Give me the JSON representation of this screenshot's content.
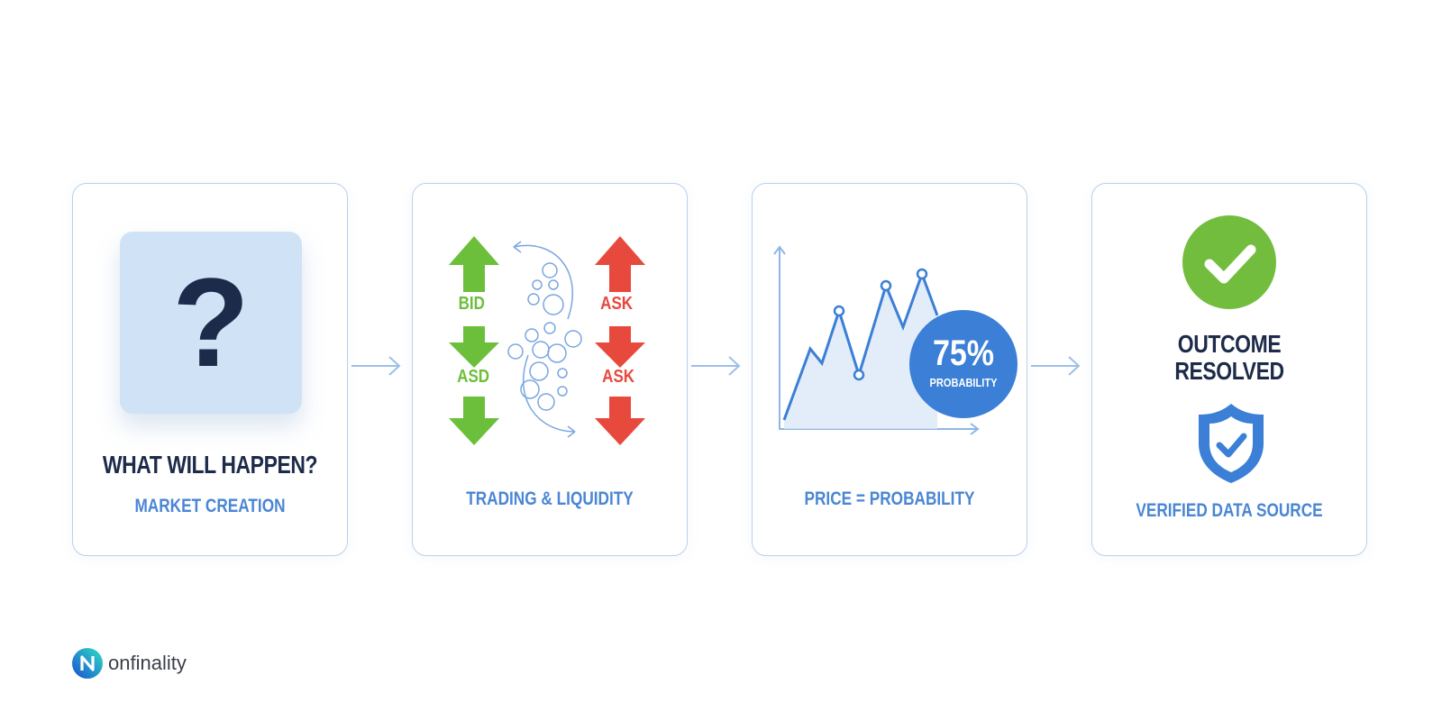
{
  "steps": [
    {
      "title": "WHAT WILL HAPPEN?",
      "subtitle": "MARKET CREATION",
      "icon": "question-mark-icon",
      "glyph": "?"
    },
    {
      "subtitle": "TRADING & LIQUIDITY",
      "labels": {
        "bid": "BID",
        "asd": "ASD",
        "ask1": "ASK",
        "ask2": "ASK"
      },
      "colors": {
        "bid": "#6cbf3a",
        "ask": "#e8493d"
      }
    },
    {
      "subtitle": "PRICE = PROBABILITY",
      "badge": {
        "value": "75%",
        "label": "PROBABILITY"
      }
    },
    {
      "title_line1": "OUTCOME",
      "title_line2": "RESOLVED",
      "subtitle": "VERIFIED DATA SOURCE"
    }
  ],
  "chart_data": {
    "type": "line",
    "title": "",
    "x": [
      0,
      1,
      2,
      3,
      4,
      5,
      6,
      7
    ],
    "values": [
      10,
      52,
      42,
      70,
      35,
      85,
      60,
      92
    ],
    "annotation": "75% PROBABILITY",
    "xlabel": "",
    "ylabel": "",
    "grid": false
  },
  "brand": {
    "name": "onfinality",
    "accent": "#3b7fd6"
  }
}
